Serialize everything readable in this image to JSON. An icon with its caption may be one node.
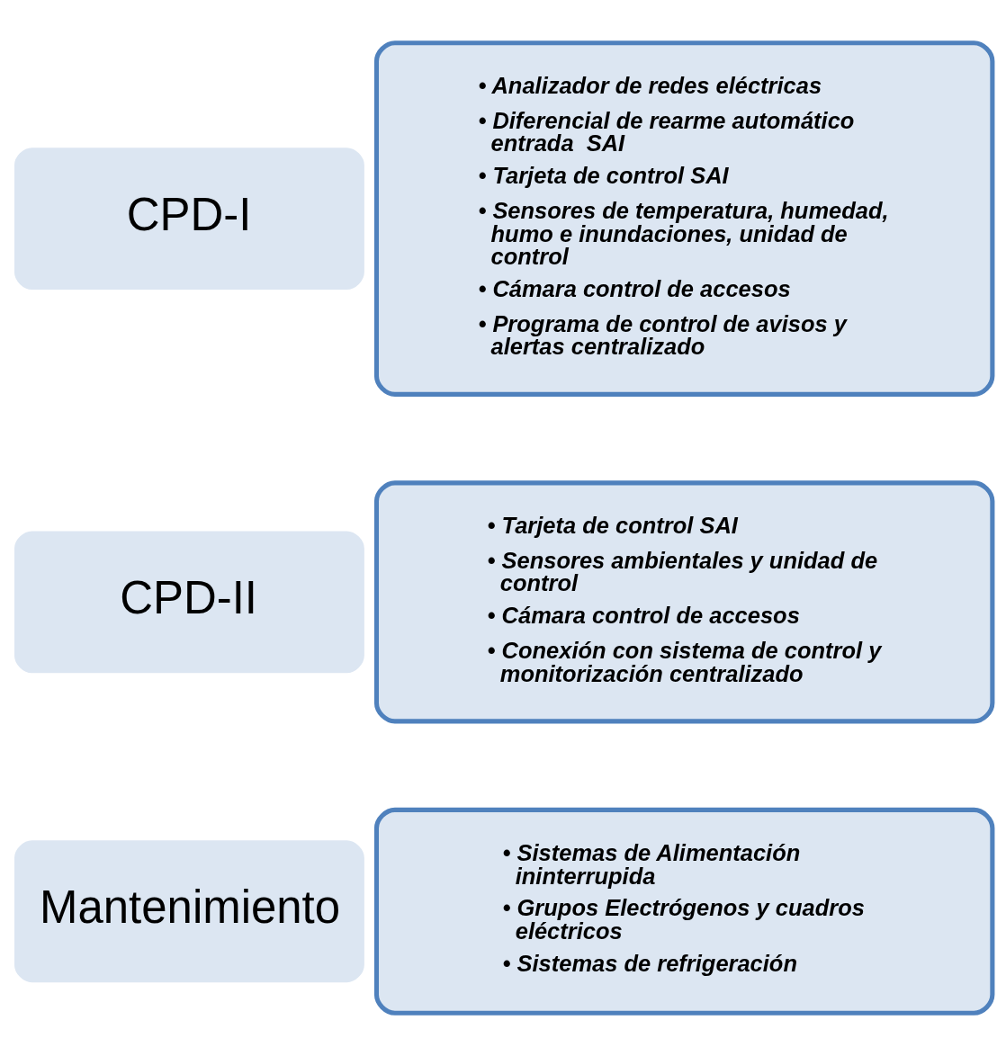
{
  "diagram": {
    "nodes": [
      {
        "text": [
          "CPD-I"
        ]
      },
      {
        "text": [
          "• Analizador de redes eléctricas",
          "• Diferencial de rearme automático entrada  SAI",
          "• Tarjeta de control SAI",
          "• Sensores de temperatura, humedad, humo e inundaciones, unidad de control",
          "• Cámara control de accesos",
          "• Programa de control de avisos y alertas centralizado"
        ]
      },
      {
        "text": [
          "CPD-II"
        ]
      },
      {
        "text": [
          "• Tarjeta de control SAI",
          "• Sensores ambientales y unidad de control",
          "• Cámara control de accesos",
          "• Conexión con sistema de control y monitorización centralizado"
        ]
      },
      {
        "text": [
          "Mantenimiento"
        ]
      },
      {
        "text": [
          "• Sistemas de Alimentación ininterrupida",
          "• Grupos Electrógenos y cuadros eléctricos",
          "• Sistemas de refrigeración"
        ]
      }
    ]
  }
}
